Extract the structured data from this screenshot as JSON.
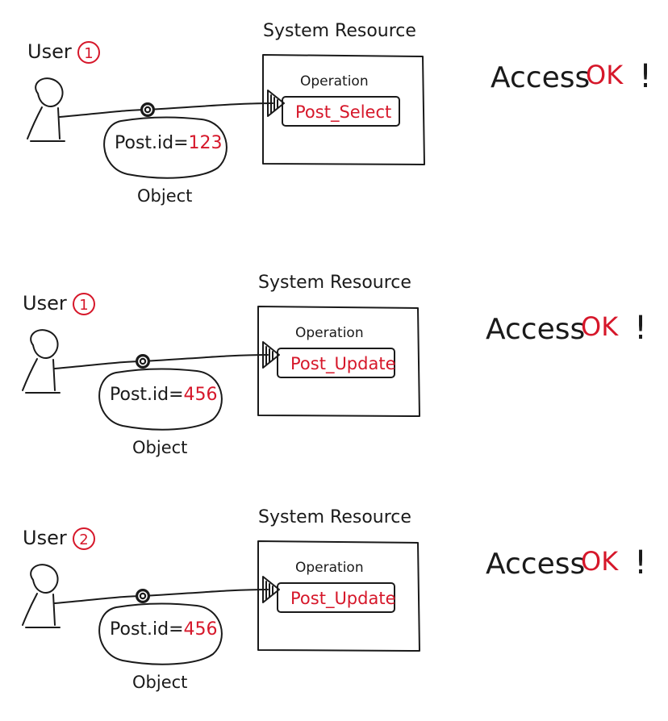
{
  "colors": {
    "ink": "#1a1a1a",
    "accent": "#d6172a"
  },
  "scenarios": [
    {
      "user_label": "User",
      "user_number": "1",
      "system_title": "System Resource",
      "operation_label": "Operation",
      "operation_name": "Post_Select",
      "object_key": "Post.id=",
      "object_value": "123",
      "object_caption": "Object",
      "access_text": "Access",
      "access_result": "OK",
      "exclamation": "!"
    },
    {
      "user_label": "User",
      "user_number": "1",
      "system_title": "System Resource",
      "operation_label": "Operation",
      "operation_name": "Post_Update",
      "object_key": "Post.id=",
      "object_value": "456",
      "object_caption": "Object",
      "access_text": "Access",
      "access_result": "OK",
      "exclamation": "!"
    },
    {
      "user_label": "User",
      "user_number": "2",
      "system_title": "System Resource",
      "operation_label": "Operation",
      "operation_name": "Post_Update",
      "object_key": "Post.id=",
      "object_value": "456",
      "object_caption": "Object",
      "access_text": "Access",
      "access_result": "OK",
      "exclamation": "!"
    }
  ]
}
